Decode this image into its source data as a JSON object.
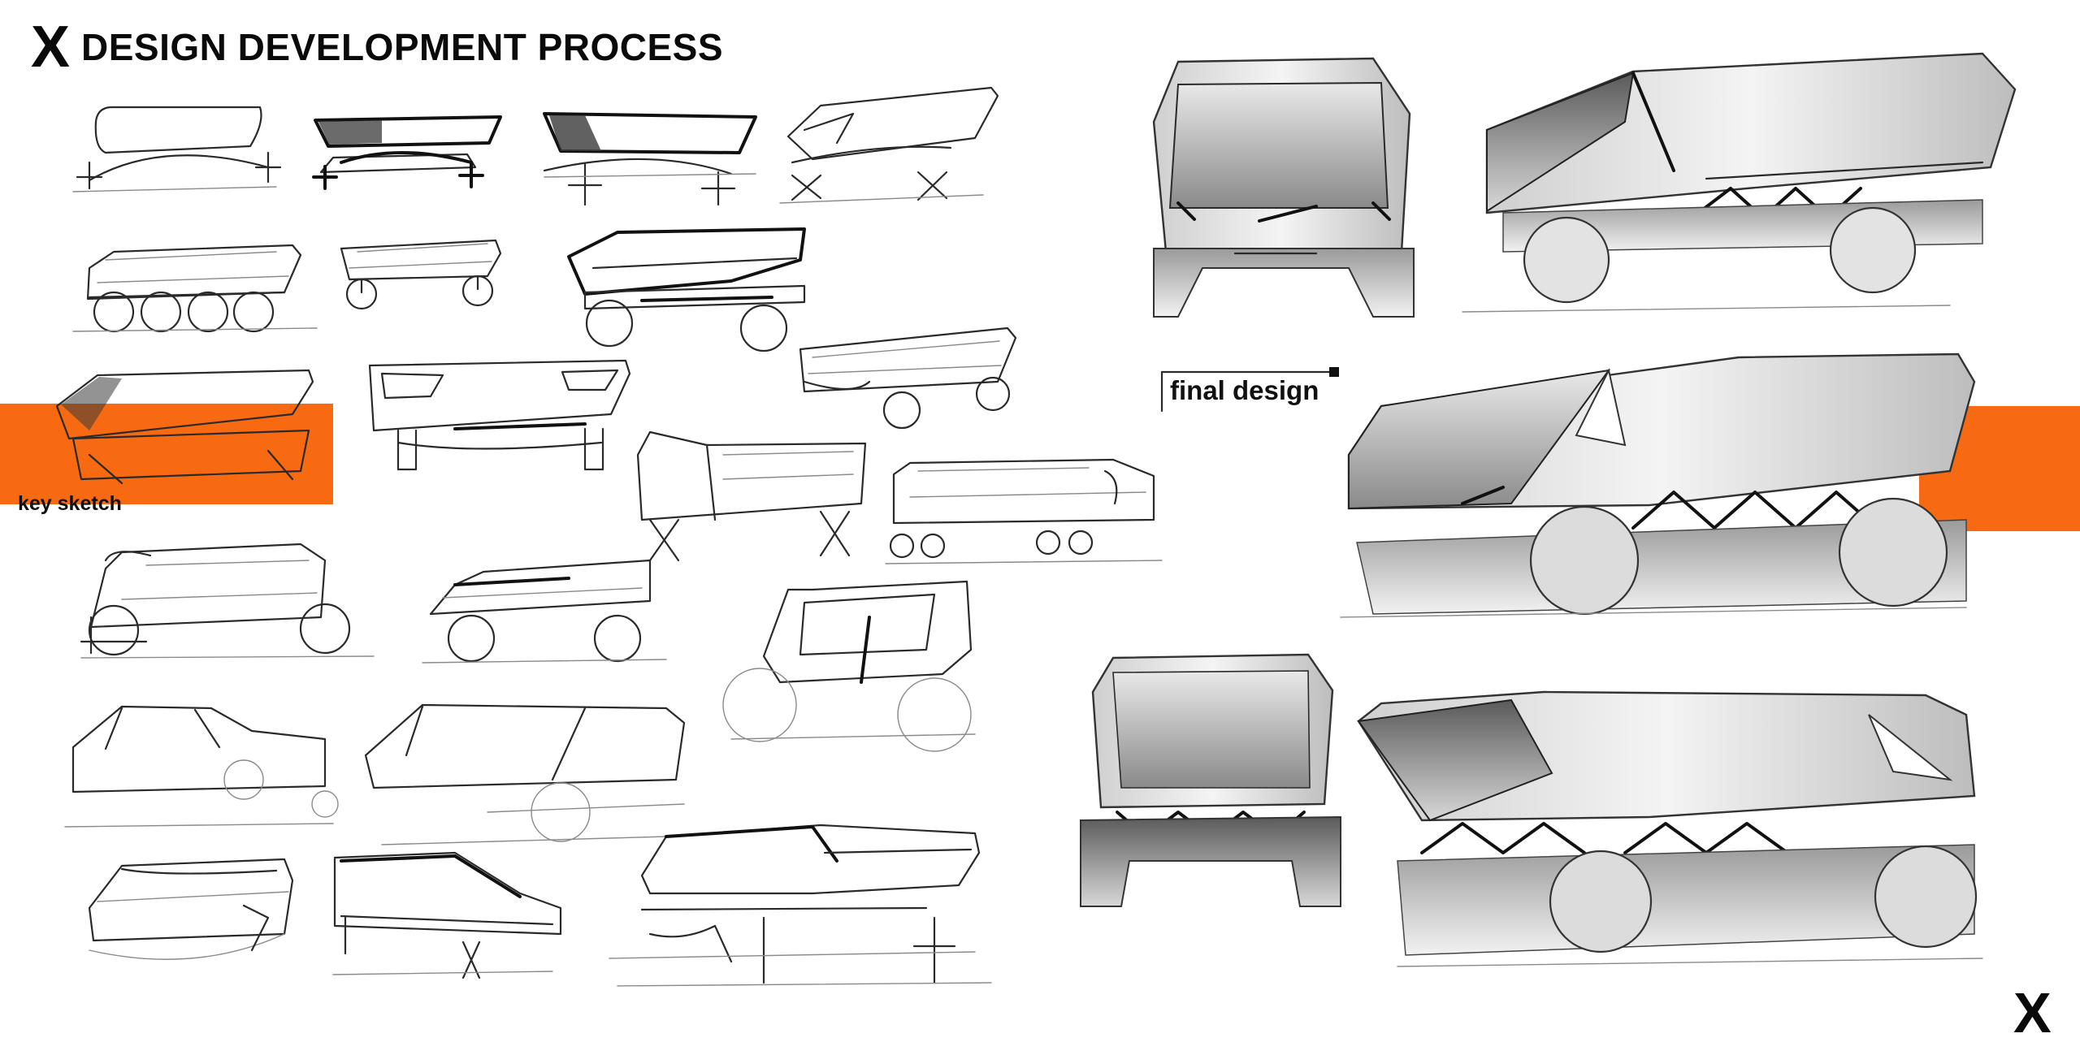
{
  "header": {
    "logo_mark": "X",
    "title": "DESIGN DEVELOPMENT PROCESS"
  },
  "labels": {
    "key_sketch": "key sketch",
    "final_design": "final design"
  },
  "footer": {
    "logo_mark": "X"
  },
  "colors": {
    "accent_orange": "#f76a12",
    "ink": "#111111",
    "background": "#ffffff"
  },
  "sketches": {
    "thumbnails": [
      "sketch-thumb-1",
      "sketch-thumb-2",
      "sketch-thumb-3",
      "sketch-thumb-4",
      "sketch-thumb-5",
      "sketch-thumb-6",
      "sketch-thumb-7",
      "sketch-thumb-8",
      "sketch-thumb-9",
      "sketch-thumb-10",
      "sketch-thumb-11",
      "sketch-thumb-12",
      "sketch-thumb-13",
      "sketch-thumb-14",
      "sketch-thumb-15",
      "sketch-thumb-16",
      "sketch-thumb-17",
      "sketch-thumb-18",
      "sketch-thumb-19",
      "sketch-thumb-20",
      "sketch-thumb-21"
    ],
    "final_renders": [
      "front-view-top",
      "side-view-top",
      "side-view-mid",
      "rear-view",
      "perspective-bottom"
    ]
  }
}
